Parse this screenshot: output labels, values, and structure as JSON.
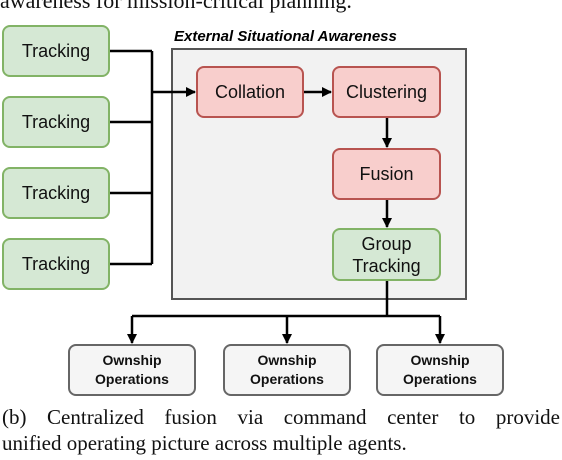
{
  "header_text": "awareness for mission-critical planning.",
  "panel": {
    "title": "External Situational Awareness"
  },
  "tracking_nodes": [
    "Tracking",
    "Tracking",
    "Tracking",
    "Tracking"
  ],
  "pipeline": {
    "collation": "Collation",
    "clustering": "Clustering",
    "fusion": "Fusion",
    "group_tracking_line1": "Group",
    "group_tracking_line2": "Tracking"
  },
  "ownship_nodes": [
    {
      "line1": "Ownship",
      "line2": "Operations"
    },
    {
      "line1": "Ownship",
      "line2": "Operations"
    },
    {
      "line1": "Ownship",
      "line2": "Operations"
    }
  ],
  "caption": {
    "line1": "(b) Centralized fusion via command center to provide",
    "line2": "unified operating picture across multiple agents."
  },
  "colors": {
    "tracking_fill": "#d5e8d4",
    "tracking_stroke": "#82b366",
    "process_fill": "#f8cecc",
    "process_stroke": "#b85450",
    "ownship_fill": "#f5f5f5",
    "ownship_stroke": "#666666",
    "panel_fill": "#f2f2f2"
  }
}
